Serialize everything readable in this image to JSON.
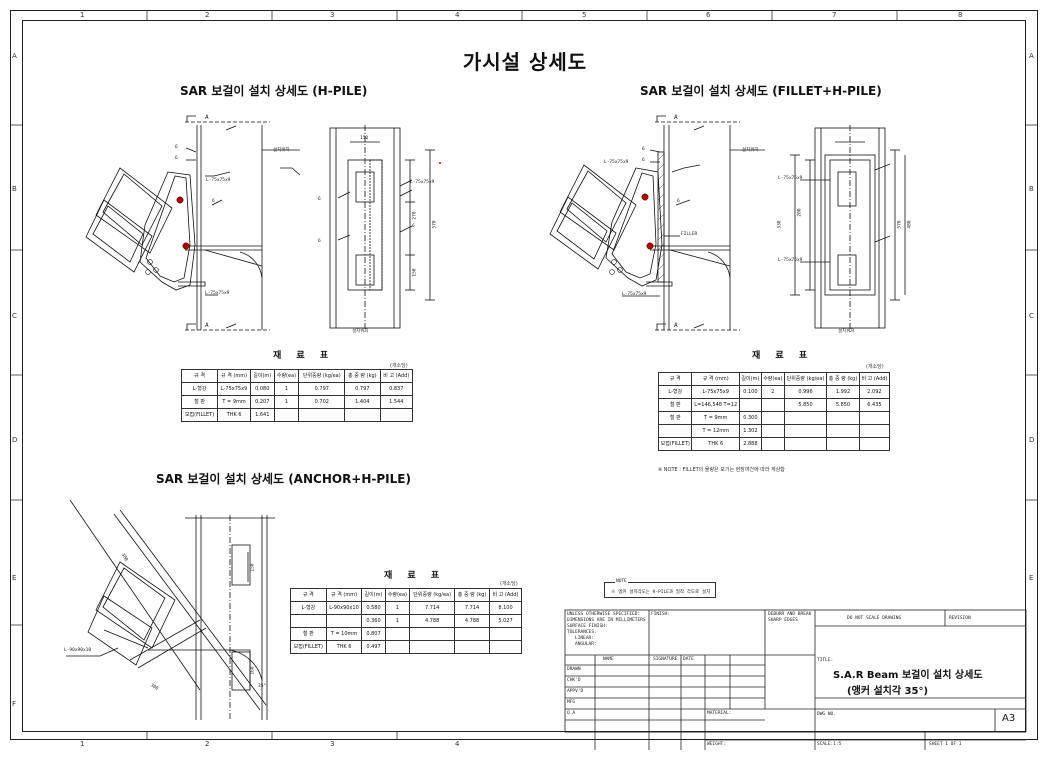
{
  "sheet": {
    "columns": [
      "1",
      "2",
      "3",
      "4",
      "5",
      "6",
      "7",
      "8"
    ],
    "rows": [
      "A",
      "B",
      "C",
      "D",
      "E",
      "F"
    ],
    "main_title": "가시설 상세도"
  },
  "drawings": {
    "hpile": {
      "title": "SAR 보걸이 설치 상세도 (H-PILE)",
      "labels": {
        "a_top": "A",
        "a_bot": "A",
        "l_top": "L-75x75x9",
        "l_bot": "L-75x75x9",
        "weld1": "6",
        "weld2": "6",
        "weld3": "6",
        "weld4": "6",
        "weld5": "6",
        "weld6": "6",
        "pos_top": "설치위치",
        "pos_bot": "설치위치",
        "l_side": "L-75x75x9",
        "dim_top": "150",
        "dim_mid": "270",
        "dim_bot": "150",
        "dim_total": "570"
      }
    },
    "fillet": {
      "title": "SAR 보걸이 설치 상세도 (FILLET+H-PILE)",
      "labels": {
        "a_top": "A",
        "a_bot": "A",
        "l_top": "L-75x75x9",
        "l_bot": "L-75x75x9",
        "weld1": "6",
        "weld2": "6",
        "weld3": "6",
        "pos_top": "설치위치",
        "pos_bot": "설치위치",
        "fillet": "FILLER",
        "l_side1": "L-75x75x9",
        "l_side2": "L-75x75x9",
        "dim_a": "200",
        "dim_b": "330",
        "dim_c": "570",
        "dim_d": "480"
      }
    },
    "anchor": {
      "title": "SAR 보걸이 설치 상세도 (ANCHOR+H-PILE)",
      "labels": {
        "l": "L-90x90x10",
        "dim_a": "380",
        "dim_b": "300",
        "dim_c": "150",
        "dim_d": "160",
        "dim_e": "35°"
      }
    }
  },
  "tables": {
    "t1": {
      "title": "재 료 표",
      "unit": "(개소당)",
      "header": [
        "규 격",
        "규 격 (mm)",
        "길이(m)",
        "수량(ea)",
        "단위중량 (kg/ea)",
        "총 중 량 (kg)",
        "비 고 (Add)"
      ],
      "rows": [
        [
          "L-형강",
          "L-75x75x9",
          "0.080",
          "1",
          "0.797",
          "0.797",
          "0.837"
        ],
        [
          "철 판",
          "T = 9mm",
          "0.207",
          "1",
          "0.702",
          "1.404",
          "1.544"
        ],
        [
          "모접(FILLET)",
          "THK 6",
          "1.641",
          "",
          "",
          "",
          ""
        ]
      ]
    },
    "t2": {
      "title": "재 료 표",
      "unit": "(개소당)",
      "header": [
        "규 격",
        "규 격 (mm)",
        "길이(m)",
        "수량(ea)",
        "단위중량 (kg/ea)",
        "총 중 량 (kg)",
        "비 고 (Add)"
      ],
      "rows": [
        [
          "L-형강",
          "L-75x75x9",
          "0.100",
          "2",
          "0.996",
          "1.992",
          "2.092"
        ],
        [
          "철 판",
          "L=146,548 T=12",
          "",
          "",
          "5.850",
          "5.850",
          "6.435"
        ],
        [
          "철 판",
          "T = 9mm",
          "0.300",
          "",
          "",
          "",
          ""
        ],
        [
          "",
          "T = 12mm",
          "1.302",
          "",
          "",
          "",
          ""
        ],
        [
          "모접(FILLET)",
          "THK 6",
          "2.888",
          "",
          "",
          "",
          ""
        ]
      ],
      "note": "※ NOTE : FILLET의 물량은 보기는 현장여건에 따라 계상함"
    },
    "t3": {
      "title": "재 료 표",
      "unit": "(개소당)",
      "header": [
        "규 격",
        "규 격 (mm)",
        "길이(m)",
        "수량(ea)",
        "단위중량 (kg/ea)",
        "총 중 량 (kg)",
        "비 고 (Add)"
      ],
      "rows": [
        [
          "L-형강",
          "L-90x90x10",
          "0.580",
          "1",
          "7.714",
          "7.714",
          "8.100"
        ],
        [
          "",
          "",
          "0.360",
          "1",
          "4.788",
          "4.788",
          "5.027"
        ],
        [
          "철 판",
          "T = 10mm",
          "0.807",
          "",
          "",
          "",
          ""
        ],
        [
          "모접(FILLET)",
          "THK 6",
          "0.497",
          "",
          "",
          "",
          ""
        ]
      ]
    }
  },
  "note_box": {
    "heading": "NOTE",
    "text": "※ 앵커 설치각도는 H-PILE과 밀착 각도로 설치"
  },
  "title_block": {
    "unless": "UNLESS OTHERWISE SPECIFIED:",
    "dims": "DIMENSIONS ARE IN MILLIMETERS",
    "surface": "SURFACE FINISH:",
    "tolerances": "TOLERANCES:",
    "linear": "LINEAR:",
    "angular": "ANGULAR:",
    "finish": "FINISH:",
    "deburr": "DEBURR AND BREAK SHARP EDGES",
    "noscale": "DO NOT SCALE DRAWING",
    "revision": "REVISION",
    "name": "NAME",
    "signature": "SIGNATURE",
    "date": "DATE",
    "drawn": "DRAWN",
    "chkd": "CHK'D",
    "apprvd": "APPV'D",
    "mfg": "MFG",
    "qa": "Q.A",
    "material": "MATERIAL:",
    "weight": "WEIGHT:",
    "title_label": "TITLE:",
    "title_line1": "S.A.R Beam 보걸이 설치 상세도",
    "title_line2": "(앵커 설치각 35°)",
    "dwg_no": "DWG NO.",
    "size": "A3",
    "scale": "SCALE:1:5",
    "sheet": "SHEET 1 OF 1"
  }
}
